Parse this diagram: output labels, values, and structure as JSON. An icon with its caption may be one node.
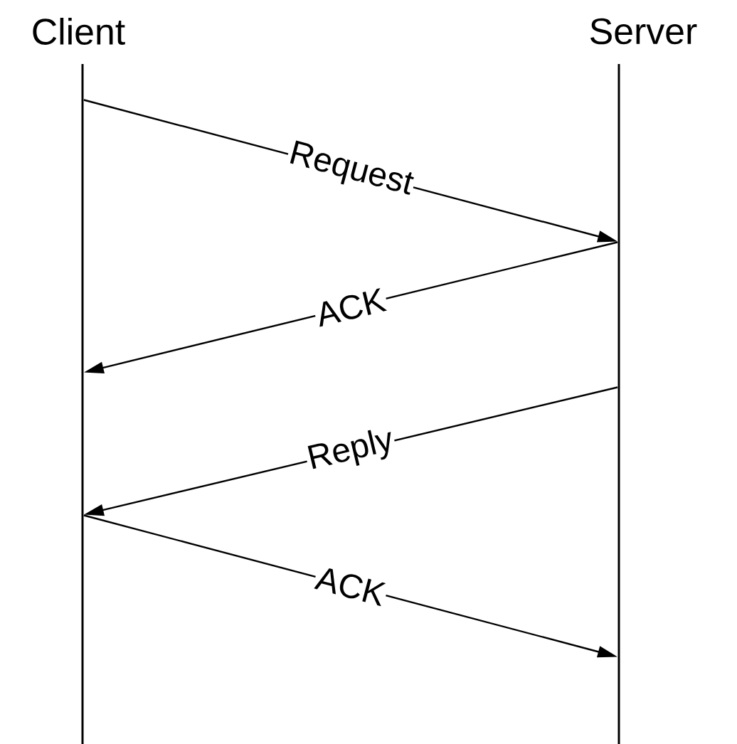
{
  "diagram": {
    "nodes": [
      {
        "text": [
          "Client"
        ]
      },
      {
        "text": [
          "Server"
        ]
      }
    ],
    "edges": [
      {
        "from": 0,
        "to": 1,
        "arrow": "to",
        "label": "Request"
      },
      {
        "from": 1,
        "to": 0,
        "arrow": "to",
        "label": "ACK"
      },
      {
        "from": 1,
        "to": 0,
        "arrow": "to",
        "label": "Reply"
      },
      {
        "from": 0,
        "to": 1,
        "arrow": "to",
        "label": "ACK"
      }
    ]
  }
}
